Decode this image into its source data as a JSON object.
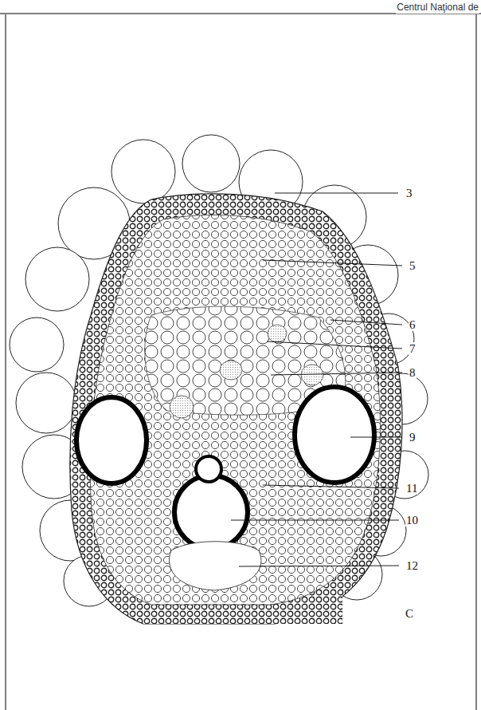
{
  "diagram": {
    "labels": [
      "Centrul Naţional de",
      "3",
      "5",
      "6",
      "7",
      "8",
      "9",
      "11",
      "10",
      "12",
      "C"
    ]
  }
}
